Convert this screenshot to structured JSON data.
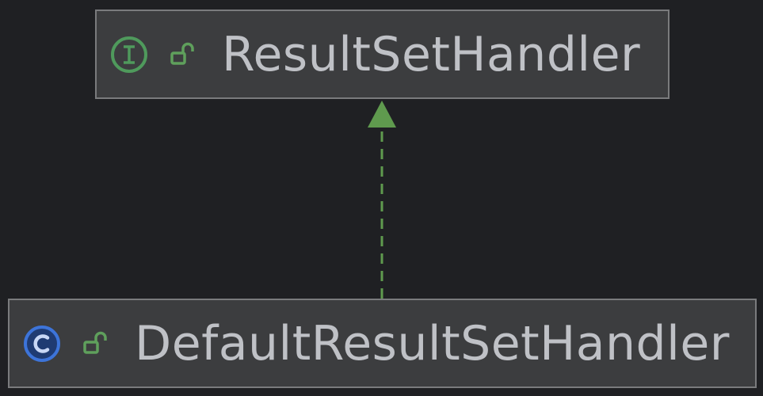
{
  "diagram": {
    "nodes": [
      {
        "id": "interface",
        "label": "ResultSetHandler",
        "kind": "interface",
        "kind_icon": "interface-icon",
        "visibility_icon": "unlocked-icon",
        "kind_color": "#4f9a5c",
        "visibility_color": "#5fa05c"
      },
      {
        "id": "class",
        "label": "DefaultResultSetHandler",
        "kind": "class",
        "kind_icon": "class-icon",
        "visibility_icon": "unlocked-icon",
        "kind_color": "#3d74d9",
        "visibility_color": "#5fa05c"
      }
    ],
    "edges": [
      {
        "from": "class",
        "to": "interface",
        "type": "implements",
        "style": "dashed",
        "color": "#5f9a4e"
      }
    ]
  }
}
